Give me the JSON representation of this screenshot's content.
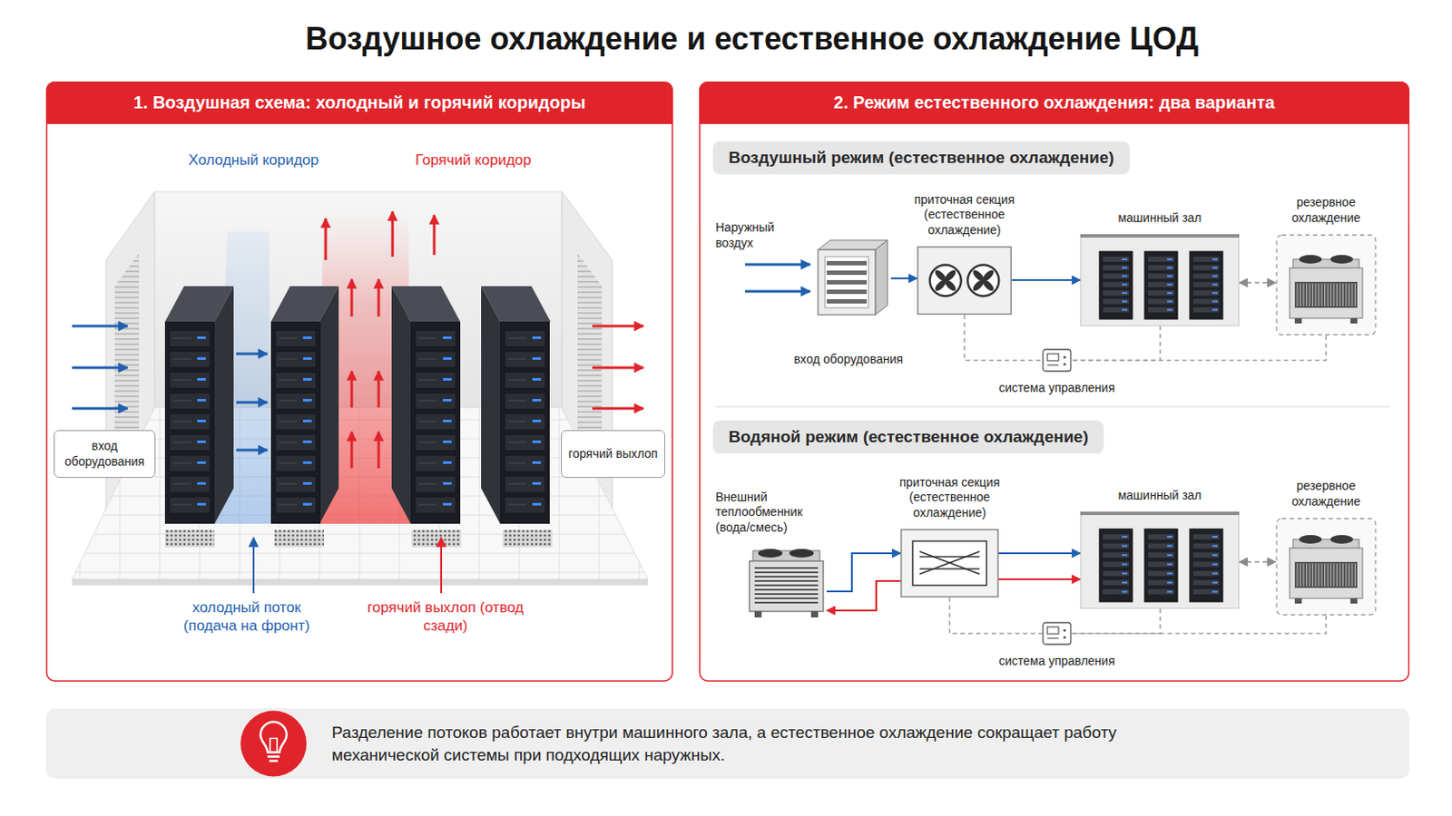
{
  "diagram": {
    "title": "Воздушное охлаждение и естественное охлаждение ЦОД",
    "nodes": [
      {
        "text": [
          "1. Воздушная схема: холодный и горячий коридоры"
        ]
      },
      {
        "text": [
          "вход оборудования"
        ],
        "in": 0
      },
      {
        "text": [
          "горячий выхлоп"
        ],
        "in": 0
      },
      {
        "text": [
          "2. Режим естественного охлаждения: два варианта"
        ]
      },
      {
        "text": [
          "Воздушный режим (естественное охлаждение)"
        ],
        "in": 3
      },
      {
        "text": [
          "вход оборудования"
        ],
        "in": 3
      },
      {
        "text": [
          "приточная секция (естественное охлаждение)"
        ],
        "in": 3
      },
      {
        "text": [
          "машинный зал"
        ],
        "in": 3
      },
      {
        "text": [
          "резервное охлаждение"
        ],
        "in": 3
      },
      {
        "text": [
          "система управления"
        ],
        "in": 3
      },
      {
        "text": [
          "Водяной режим (естественное охлаждение)"
        ],
        "in": 3
      },
      {
        "text": [
          "Внешний теплообменник (вода/смесь)"
        ],
        "in": 3
      },
      {
        "text": [
          "приточная секция (естественное охлаждение)"
        ],
        "in": 3
      },
      {
        "text": [
          "машинный зал"
        ],
        "in": 3
      },
      {
        "text": [
          "резервное охлаждение"
        ],
        "in": 3
      },
      {
        "text": [
          "система управления"
        ],
        "in": 3
      },
      {
        "text": [
          "Разделение потоков работает внутри машинного зала, а естественное охлаждение сокращает работу механической системы при подходящих наружных."
        ]
      }
    ],
    "edges": [
      {
        "from": 5,
        "to": 6,
        "arrow": "to"
      },
      {
        "from": 6,
        "to": 7,
        "arrow": "to"
      },
      {
        "from": 7,
        "to": 8,
        "arrow": "both"
      },
      {
        "from": 6,
        "to": 9,
        "arrow": "none"
      },
      {
        "from": 7,
        "to": 9,
        "arrow": "none"
      },
      {
        "from": 8,
        "to": 9,
        "arrow": "none"
      },
      {
        "from": 11,
        "to": 12,
        "arrow": "to"
      },
      {
        "from": 12,
        "to": 11,
        "arrow": "to"
      },
      {
        "from": 12,
        "to": 13,
        "arrow": "to"
      },
      {
        "from": 12,
        "to": 13,
        "arrow": "to"
      },
      {
        "from": 13,
        "to": 14,
        "arrow": "both"
      },
      {
        "from": 12,
        "to": 15,
        "arrow": "none"
      },
      {
        "from": 13,
        "to": 15,
        "arrow": "none"
      },
      {
        "from": 14,
        "to": 15,
        "arrow": "none"
      }
    ],
    "labels": [
      "Холодный коридор",
      "Горячий коридор",
      "холодный поток (подача на фронт)",
      "горячий выхлоп (отвод сзади)",
      "Наружный воздух"
    ]
  }
}
